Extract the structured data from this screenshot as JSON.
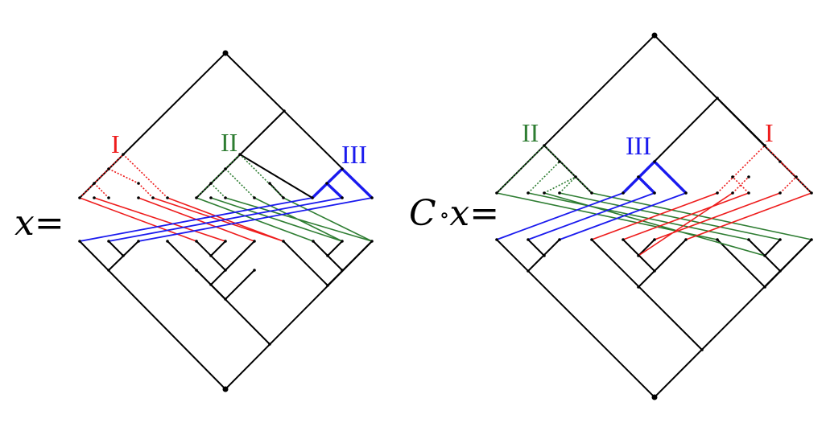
{
  "left_diagram": {
    "lhs": "x=",
    "labels": {
      "red": "I",
      "green": "II",
      "blue": "III"
    }
  },
  "right_diagram": {
    "lhs_C": "C",
    "lhs_circ": "∘",
    "lhs_x": "x=",
    "labels": {
      "red": "I",
      "green": "II",
      "blue": "III"
    }
  },
  "colors": {
    "red": "#ee1c1c",
    "green": "#2e7d32",
    "blue": "#1a1aee",
    "black": "#000000"
  }
}
